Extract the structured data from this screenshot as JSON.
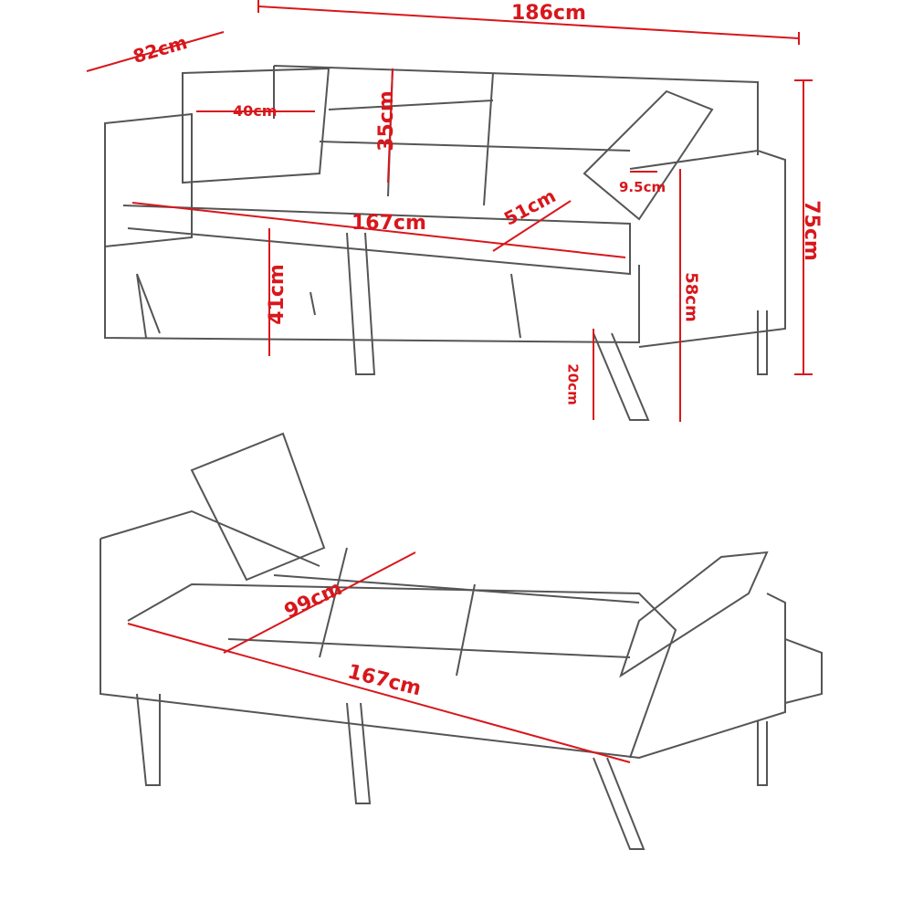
{
  "colors": {
    "dimension": "#d8171c",
    "line": "#555555"
  },
  "top_view": {
    "overall_width": "186cm",
    "depth": "82cm",
    "pillow_width": "40cm",
    "backrest_height": "35cm",
    "arm_width": "9.5cm",
    "overall_height": "75cm",
    "seat_width": "167cm",
    "seat_depth": "51cm",
    "seat_height": "41cm",
    "arm_height": "58cm",
    "leg_height": "20cm"
  },
  "bed_view": {
    "bed_depth": "99cm",
    "bed_length": "167cm"
  }
}
